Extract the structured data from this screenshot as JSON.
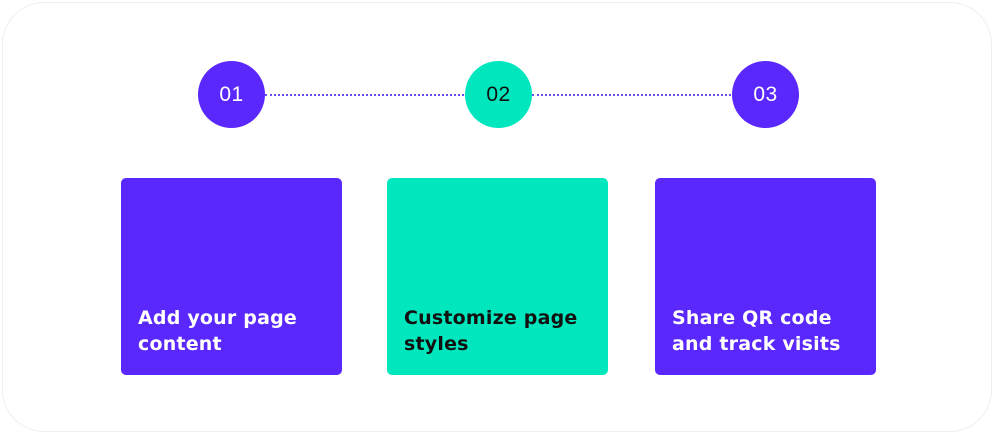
{
  "colors": {
    "purple": "#5a28fc",
    "green": "#00e7bd",
    "light_text": "#ffffff",
    "dark_text": "#111111",
    "connector": "#6a4cf5"
  },
  "steps": [
    {
      "number": "01",
      "title": "Add your page content",
      "color": "#5a28fc",
      "text_color": "#ffffff",
      "active": false
    },
    {
      "number": "02",
      "title": "Customize page styles",
      "color": "#00e7bd",
      "text_color": "#111111",
      "active": true
    },
    {
      "number": "03",
      "title": "Share QR code and track visits",
      "color": "#5a28fc",
      "text_color": "#ffffff",
      "active": false
    }
  ]
}
